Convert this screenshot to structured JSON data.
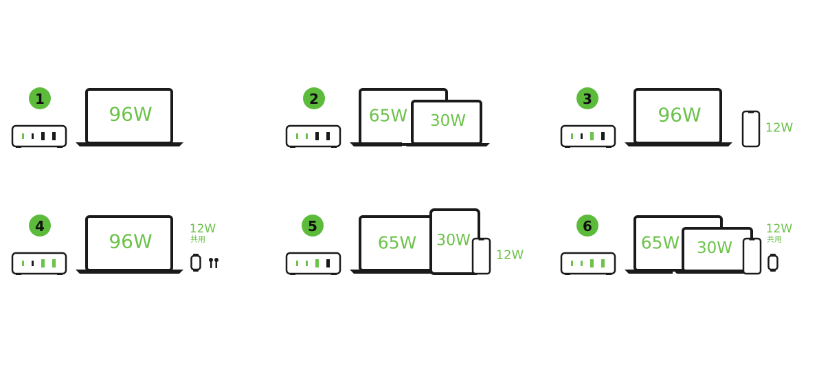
{
  "colors": {
    "green": "#6cc24a",
    "badge": "#5dbb3c",
    "black": "#1a1a1a"
  },
  "panels": [
    {
      "number": "1",
      "ports": [
        "green",
        "black",
        "black",
        "black"
      ],
      "labels": {
        "laptop": "96W"
      }
    },
    {
      "number": "2",
      "ports": [
        "green",
        "green",
        "black",
        "black"
      ],
      "labels": {
        "laptop_large": "65W",
        "laptop_small": "30W"
      }
    },
    {
      "number": "3",
      "ports": [
        "green",
        "black",
        "green",
        "black"
      ],
      "labels": {
        "laptop": "96W",
        "phone": "12W"
      }
    },
    {
      "number": "4",
      "ports": [
        "green",
        "black",
        "green",
        "green"
      ],
      "labels": {
        "laptop": "96W",
        "shared": "12W",
        "shared_note": "共用"
      }
    },
    {
      "number": "5",
      "ports": [
        "green",
        "green",
        "green",
        "black"
      ],
      "labels": {
        "laptop": "65W",
        "tablet": "30W",
        "phone": "12W"
      }
    },
    {
      "number": "6",
      "ports": [
        "green",
        "green",
        "green",
        "green"
      ],
      "labels": {
        "laptop_large": "65W",
        "laptop_small": "30W",
        "shared": "12W",
        "shared_note": "共用"
      }
    }
  ]
}
